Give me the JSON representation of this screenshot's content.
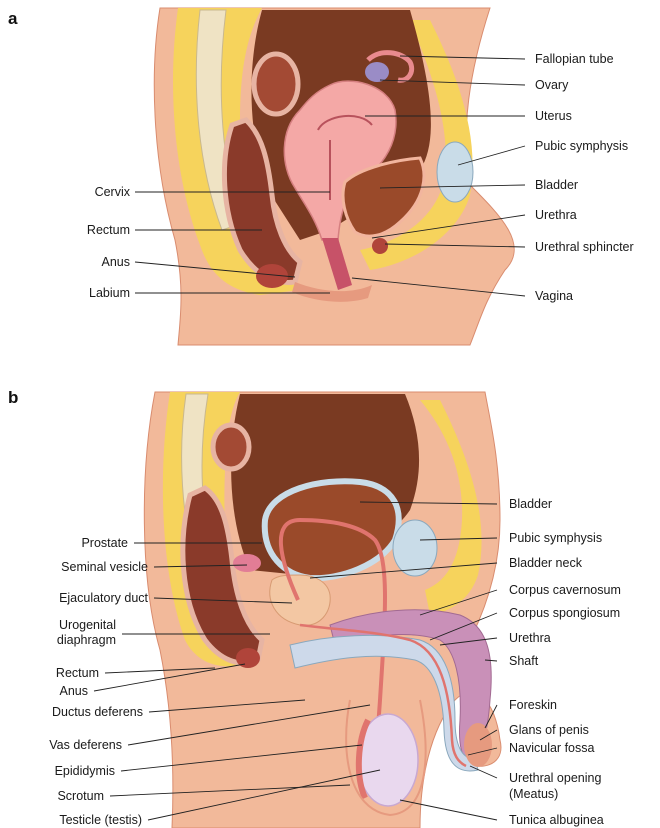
{
  "panels": {
    "a": {
      "letter": "a",
      "labels_left": [
        "Cervix",
        "Rectum",
        "Anus",
        "Labium"
      ],
      "labels_right": [
        "Fallopian tube",
        "Ovary",
        "Uterus",
        "Pubic symphysis",
        "Bladder",
        "Urethra",
        "Urethral sphincter",
        "Vagina"
      ]
    },
    "b": {
      "letter": "b",
      "labels_left": [
        "Prostate",
        "Seminal vesicle",
        "Ejaculatory duct",
        "Urogenital",
        "diaphragm",
        "Rectum",
        "Anus",
        "Ductus deferens",
        "Vas deferens",
        "Epididymis",
        "Scrotum",
        "Testicle (testis)"
      ],
      "labels_right": [
        "Bladder",
        "Pubic symphysis",
        "Bladder neck",
        "Corpus cavernosum",
        "Corpus spongiosum",
        "Urethra",
        "Shaft",
        "Foreskin",
        "Glans of penis",
        "Navicular fossa",
        "Urethral opening",
        "(Meatus)",
        "Tunica albuginea"
      ]
    }
  },
  "colors": {
    "skin": "#f2b99a",
    "skin_dark": "#e69a7f",
    "fat": "#f7d45a",
    "bone": "#efe3c4",
    "muscle": "#a8422e",
    "rectum": "#8a3a2a",
    "uterus": "#f4a8a6",
    "bladder": "#9a4a2a",
    "cartilage": "#c9dce8",
    "testis": "#e9d8ee",
    "spongiosum": "#cdd9ea",
    "cavernosum": "#c990b8"
  }
}
